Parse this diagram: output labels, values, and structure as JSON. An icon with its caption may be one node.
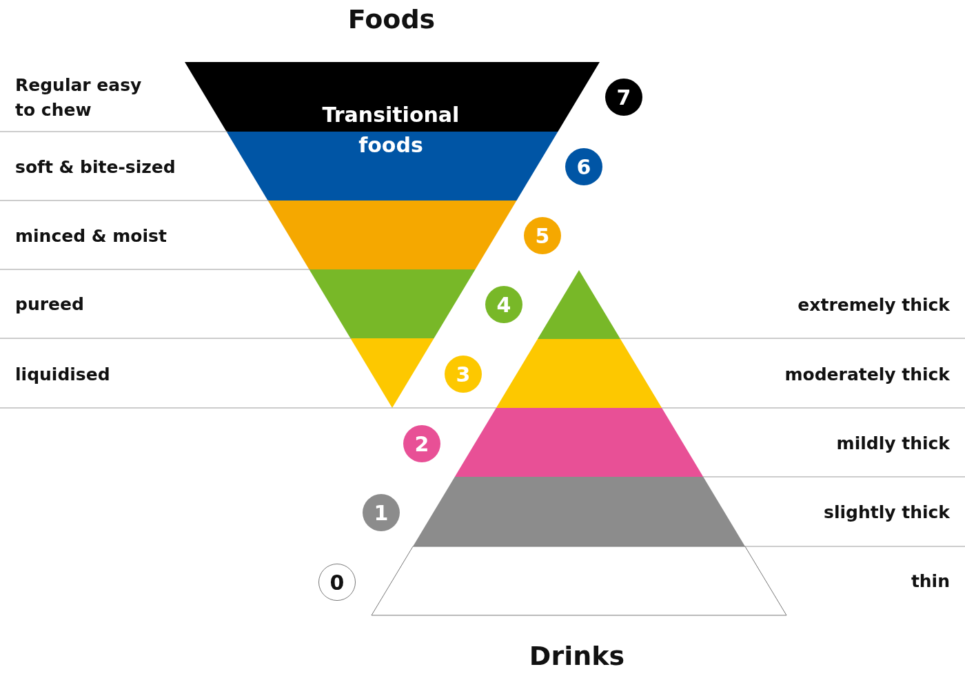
{
  "diagram": {
    "nodes": [
      {
        "text": [
          "7"
        ]
      },
      {
        "text": [
          "6"
        ]
      },
      {
        "text": [
          "5"
        ]
      },
      {
        "text": [
          "4"
        ]
      },
      {
        "text": [
          "3"
        ]
      },
      {
        "text": [
          "2"
        ]
      },
      {
        "text": [
          "1"
        ]
      },
      {
        "text": [
          "0"
        ]
      }
    ],
    "labels": [
      "Foods",
      "Regular easy to chew",
      "Transitional foods",
      "soft & bite-sized",
      "minced & moist",
      "pureed",
      "extremely thick",
      "liquidised",
      "moderately thick",
      "mildly thick",
      "slightly thick",
      "thin",
      "Drinks"
    ]
  }
}
